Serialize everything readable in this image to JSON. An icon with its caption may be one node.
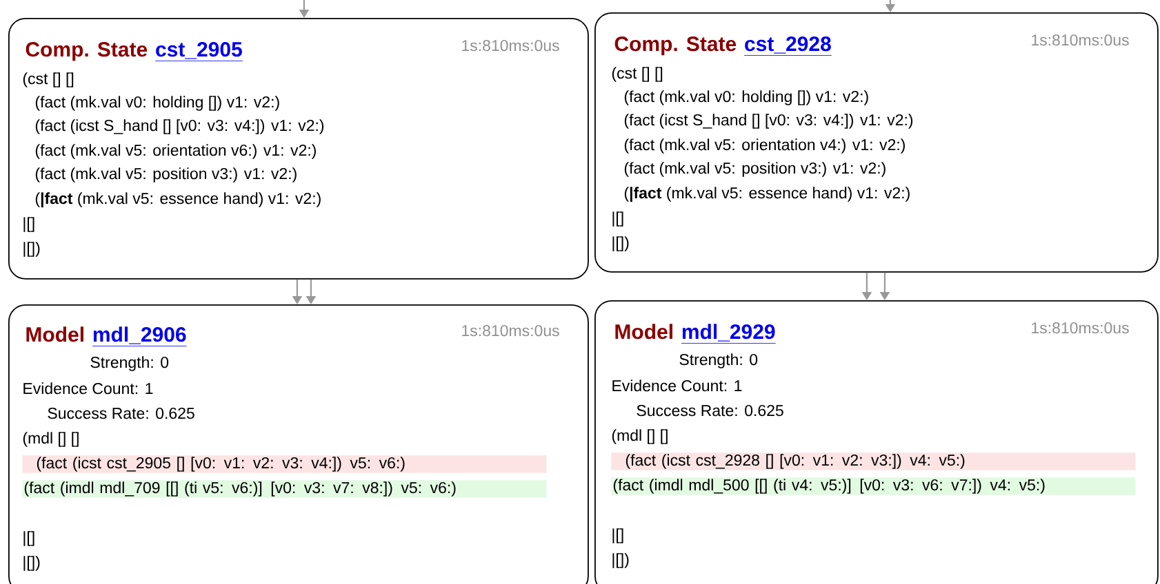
{
  "diagram": {
    "nodes": [
      {
        "text": [
          "Comp. State",
          "cst_2905",
          "1s:810ms:0us",
          "(cst [] []",
          "(fact (mk.val v0: holding []) v1: v2:)",
          "(fact (icst S_hand [] [v0: v3: v4:]) v1: v2:)",
          "(fact (mk.val v5: orientation v6:) v1: v2:)",
          "(fact (mk.val v5: position v3:) v1: v2:)",
          "(**|fact** (mk.val v5: essence hand) v1: v2:)",
          "|[]",
          "|[])"
        ]
      },
      {
        "text": [
          "Model",
          "mdl_2906",
          "1s:810ms:0us",
          "Strength: 0",
          "Evidence Count: 1",
          "Success Rate:  0.625",
          "(mdl [] []",
          "(fact (icst cst_2905 [] [v0: v1: v2: v3: v4:]) v5: v6:)",
          "(fact (imdl mdl_709 [[] (ti v5: v6:)] [v0: v3: v7: v8:]) v5: v6:)",
          "|[]",
          "|[])"
        ]
      },
      {
        "text": [
          "Comp. State",
          "cst_2928",
          "1s:810ms:0us",
          "(cst [] []",
          "(fact (mk.val v0: holding []) v1: v2:)",
          "(fact (icst S_hand [] [v0: v3: v4:]) v1: v2:)",
          "(fact (mk.val v5: orientation v4:) v1: v2:)",
          "(fact (mk.val v5: position v3:) v1: v2:)",
          "(**|fact** (mk.val v5: essence hand) v1: v2:)",
          "|[]",
          "|[])"
        ]
      },
      {
        "text": [
          "Model",
          "mdl_2929",
          "1s:810ms:0us",
          "Strength: 0",
          "Evidence Count: 1",
          "Success Rate: 0.625",
          "(mdl [] []",
          "(fact (icst cst_2928 [] [v0: v1: v2: v3:]) v4: v5:)",
          "(fact (imdl mdl_500 [[] (ti v4: v5:)] [v0: v3: v6: v7:]) v4: v5:)",
          "|[]",
          "|[])"
        ]
      }
    ],
    "edges": [
      {
        "from": null,
        "to": 0,
        "arrow": "to"
      },
      {
        "from": 0,
        "to": 1,
        "arrow": "to"
      },
      {
        "from": 0,
        "to": 1,
        "arrow": "to"
      },
      {
        "from": null,
        "to": 2,
        "arrow": "to"
      },
      {
        "from": 2,
        "to": 3,
        "arrow": "to"
      },
      {
        "from": 2,
        "to": 3,
        "arrow": "to"
      }
    ]
  }
}
